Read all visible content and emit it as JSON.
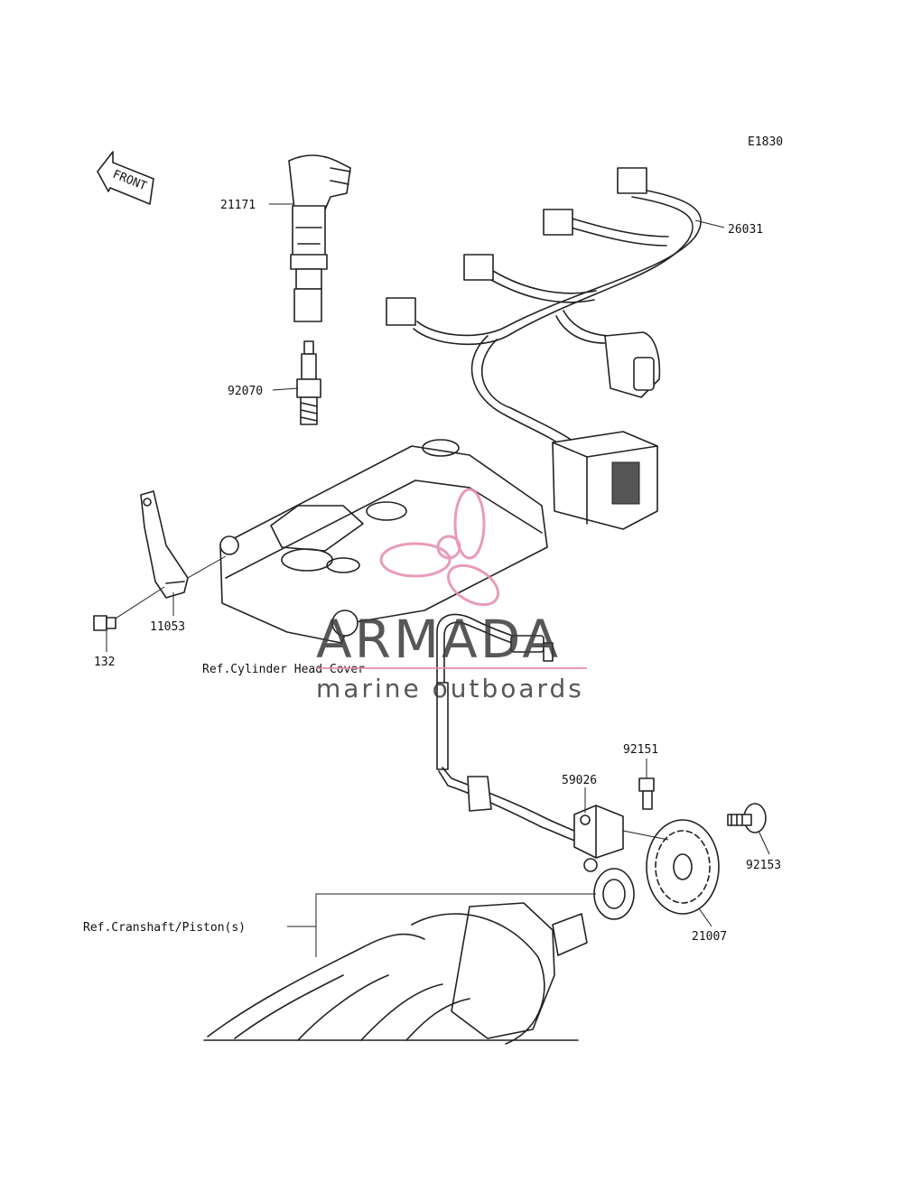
{
  "diagram": {
    "code": "E1830",
    "front_label": "FRONT",
    "parts": [
      {
        "number": "21171"
      },
      {
        "number": "26031"
      },
      {
        "number": "92070"
      },
      {
        "number": "11053"
      },
      {
        "number": "132"
      },
      {
        "number": "92151"
      },
      {
        "number": "59026"
      },
      {
        "number": "92153"
      },
      {
        "number": "21007"
      }
    ],
    "references": [
      {
        "text": "Ref.Cylinder Head Cover"
      },
      {
        "text": "Ref.Cranshaft/Piston(s)"
      }
    ]
  },
  "watermark": {
    "name": "ARMADA",
    "tagline": "marine outboards",
    "accent_color": "#e48ab0"
  }
}
